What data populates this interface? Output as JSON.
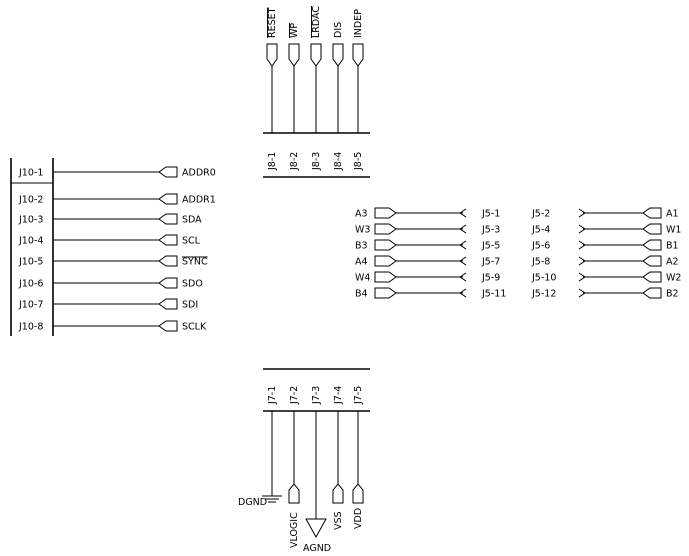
{
  "j8": {
    "pins": [
      "J8-1",
      "J8-2",
      "J8-3",
      "J8-4",
      "J8-5"
    ],
    "signals": [
      {
        "name": "RESET",
        "overbar": true
      },
      {
        "name": "WP",
        "overbar": true
      },
      {
        "name": "LRDAC",
        "overbar": true
      },
      {
        "name": "DIS",
        "overbar": false
      },
      {
        "name": "INDEP",
        "overbar": false
      }
    ]
  },
  "j10": {
    "pins": [
      "J10-1",
      "J10-2",
      "J10-3",
      "J10-4",
      "J10-5",
      "J10-6",
      "J10-7",
      "J10-8"
    ],
    "signals": [
      {
        "name": "ADDR0",
        "overbar": false
      },
      {
        "name": "ADDR1",
        "overbar": false
      },
      {
        "name": "SDA",
        "overbar": false
      },
      {
        "name": "SCL",
        "overbar": false
      },
      {
        "name": "SYNC",
        "overbar": true
      },
      {
        "name": "SDO",
        "overbar": false
      },
      {
        "name": "SDI",
        "overbar": false
      },
      {
        "name": "SCLK",
        "overbar": false
      }
    ]
  },
  "j5": {
    "left": [
      {
        "signal": "A3",
        "pin": "J5-1"
      },
      {
        "signal": "W3",
        "pin": "J5-3"
      },
      {
        "signal": "B3",
        "pin": "J5-5"
      },
      {
        "signal": "A4",
        "pin": "J5-7"
      },
      {
        "signal": "W4",
        "pin": "J5-9"
      },
      {
        "signal": "B4",
        "pin": "J5-11"
      }
    ],
    "right": [
      {
        "pin": "J5-2",
        "signal": "A1"
      },
      {
        "pin": "J5-4",
        "signal": "W1"
      },
      {
        "pin": "J5-6",
        "signal": "B1"
      },
      {
        "pin": "J5-8",
        "signal": "A2"
      },
      {
        "pin": "J5-10",
        "signal": "W2"
      },
      {
        "pin": "J5-12",
        "signal": "B2"
      }
    ]
  },
  "j7": {
    "pins": [
      "J7-1",
      "J7-2",
      "J7-3",
      "J7-4",
      "J7-5"
    ],
    "dgnd": "DGND",
    "vlogic": "VLOGIC",
    "agnd": "AGND",
    "vss": "VSS",
    "vdd": "VDD"
  }
}
